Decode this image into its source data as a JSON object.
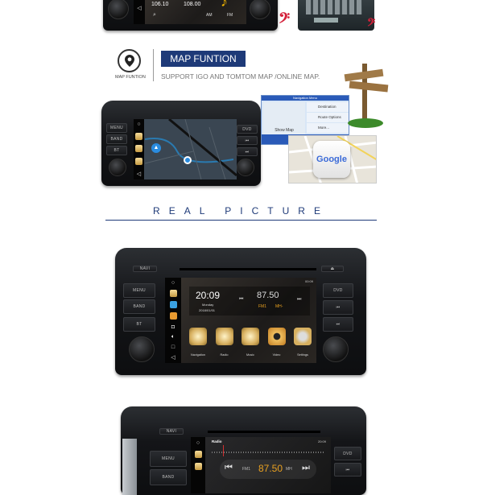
{
  "top_unit": {
    "freq1": "106.10",
    "freq2": "108.00",
    "band_am": "AM",
    "band_fm": "FM"
  },
  "map_section": {
    "icon": "map-pin-icon",
    "icon_label": "MAP FUNTION",
    "title": "MAP FUNTION",
    "subtitle": "SUPPORT IGO AND TOMTOM MAP /ONLINE MAP.",
    "accent": "#1e3a78"
  },
  "nav_menu": {
    "title": "Navigation Menu",
    "items": [
      "Destination",
      "Route Options",
      "More..."
    ],
    "show_map": "Show Map"
  },
  "google_label": "Google",
  "section_heading": "REAL PICTURE",
  "unit_buttons": {
    "navi": "NAVI",
    "menu": "MENU",
    "band": "BAND",
    "bt": "BT",
    "dvd": "DVD",
    "prev": "⏮",
    "next": "⏭"
  },
  "home_screen": {
    "status_time": "00:09",
    "clock": "20:09",
    "day": "Monday",
    "date": "2018/01/01",
    "frequency": "87.50",
    "band": "FM1",
    "unit": "MH-",
    "apps": [
      {
        "label": "Navigation",
        "icon": "navigation-icon"
      },
      {
        "label": "Radio",
        "icon": "radio-icon"
      },
      {
        "label": "Music",
        "icon": "music-icon"
      },
      {
        "label": "Video",
        "icon": "video-icon"
      },
      {
        "label": "Settings",
        "icon": "settings-icon"
      }
    ]
  },
  "radio_screen": {
    "title": "Radio",
    "status_time": "20:09",
    "frequency": "87.50",
    "band": "FM1",
    "unit": "MH"
  }
}
